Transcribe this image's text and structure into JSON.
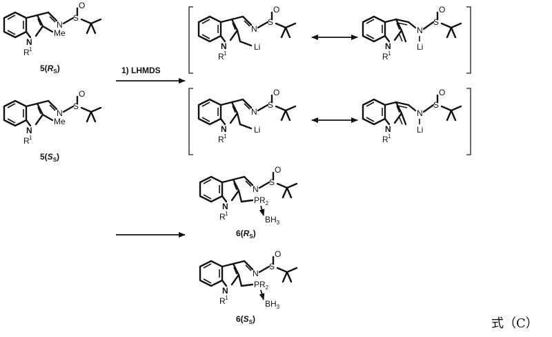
{
  "reagent": "1) LHMDS",
  "formula_label": "式（C）",
  "compounds": {
    "start_rs": "5(",
    "start_ss": "5(",
    "product_rs": "6(",
    "product_ss": "6("
  },
  "stereo": {
    "rs": "R",
    "ss": "S",
    "sub": "S"
  },
  "atoms": {
    "N": "N",
    "O": "O",
    "S": "S",
    "Li": "Li",
    "Me": "Me",
    "R": "R",
    "R1": "1",
    "P": "P",
    "BH3": "BH",
    "PR2": "PR",
    "two": "2",
    "three": "3"
  }
}
